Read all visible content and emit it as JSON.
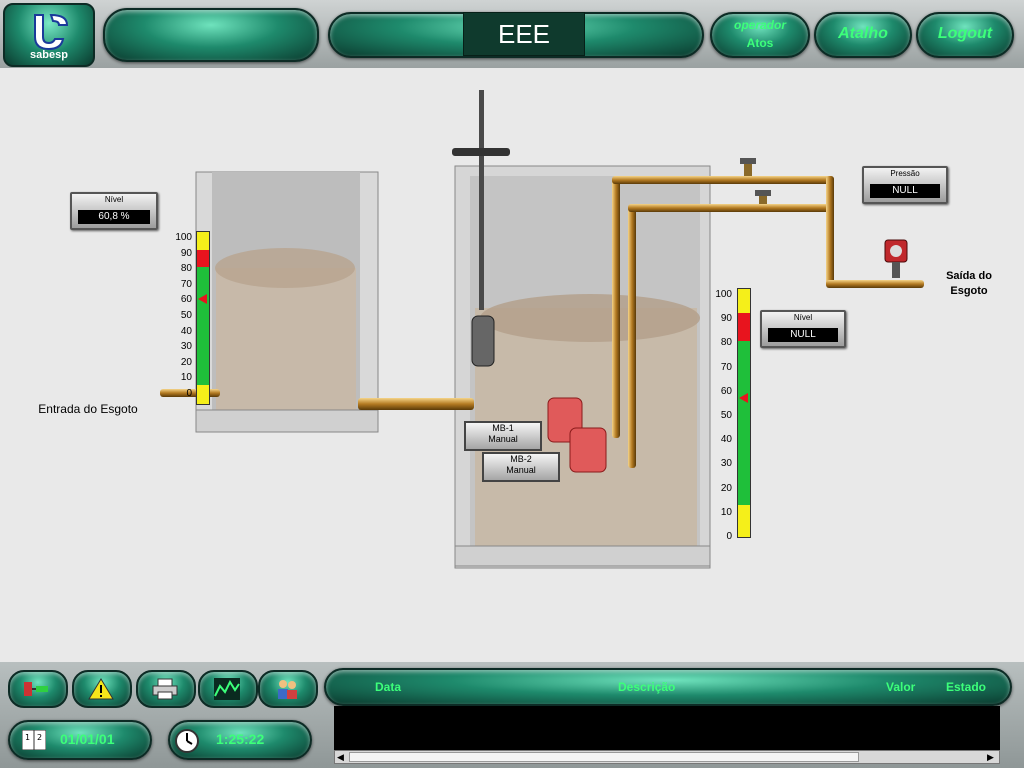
{
  "header": {
    "logo_text": "sabesp",
    "title": "EEE",
    "operador_line1": "operador",
    "operador_line2": "Atos",
    "atalho": "Atalho",
    "logout": "Logout"
  },
  "left_tank": {
    "nivel_title": "Nível",
    "nivel_value": "60,8 %",
    "nivel_percent": 60.8,
    "scale": [
      "100",
      "90",
      "80",
      "70",
      "60",
      "50",
      "40",
      "30",
      "20",
      "10",
      "0"
    ],
    "entrada_label": "Entrada do Esgoto"
  },
  "right_tank": {
    "nivel_title": "Nível",
    "nivel_value": "NULL",
    "scale": [
      "100",
      "90",
      "80",
      "70",
      "60",
      "50",
      "40",
      "30",
      "20",
      "10",
      "0"
    ],
    "pressao_title": "Pressão",
    "pressao_value": "NULL",
    "saida_line1": "Saída do",
    "saida_line2": "Esgoto",
    "mb1_line1": "MB-1",
    "mb1_line2": "Manual",
    "mb2_line1": "MB-2",
    "mb2_line2": "Manual"
  },
  "footer": {
    "date": "01/01/01",
    "time": "1:25:22",
    "col_data": "Data",
    "col_descricao": "Descrição",
    "col_valor": "Valor",
    "col_estado": "Estado"
  },
  "colors": {
    "accent_green": "#3cff7a",
    "panel_dark": "#0f3a2d",
    "pipe_copper": "#b37a22",
    "alarm_red": "#e8141e",
    "level_green": "#1fbf3a",
    "level_yellow": "#f5ef1a"
  },
  "icons": [
    "flowchart-icon",
    "alert-icon",
    "printer-icon",
    "trend-icon",
    "users-icon",
    "calendar-icon",
    "clock-icon"
  ]
}
